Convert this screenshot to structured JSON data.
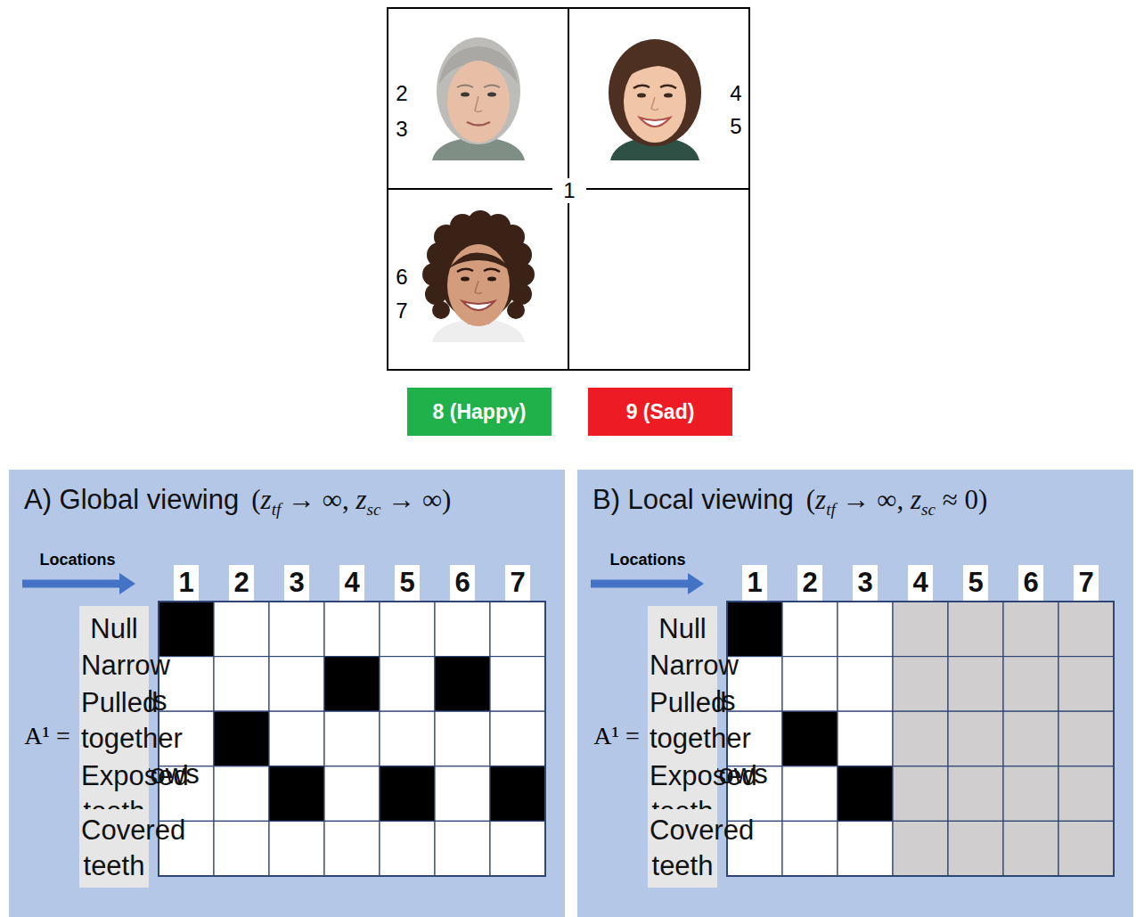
{
  "diagram": {
    "nodes": [
      {
        "text": [
          "8 (Happy)"
        ]
      },
      {
        "text": [
          "9 (Sad)"
        ]
      },
      {
        "text": [
          "A) Global viewing",
          "(ztf → ∞, zsc → ∞)"
        ]
      },
      {
        "text": [
          "1"
        ],
        "in": 2
      },
      {
        "text": [
          "2"
        ],
        "in": 2
      },
      {
        "text": [
          "3"
        ],
        "in": 2
      },
      {
        "text": [
          "4"
        ],
        "in": 2
      },
      {
        "text": [
          "5"
        ],
        "in": 2
      },
      {
        "text": [
          "6"
        ],
        "in": 2
      },
      {
        "text": [
          "7"
        ],
        "in": 2
      },
      {
        "text": [
          "Null"
        ],
        "in": 2
      },
      {
        "text": [
          "Narrow eyelids"
        ],
        "in": 2
      },
      {
        "text": [
          "Pulled together eyebrows"
        ],
        "in": 2
      },
      {
        "text": [
          "Exposed teeth"
        ],
        "in": 2
      },
      {
        "text": [
          "Covered teeth"
        ],
        "in": 2
      },
      {
        "text": [
          "B) Local viewing",
          "(ztf → ∞, zsc ≈ 0)"
        ]
      },
      {
        "text": [
          "1"
        ],
        "in": 15
      },
      {
        "text": [
          "2"
        ],
        "in": 15
      },
      {
        "text": [
          "3"
        ],
        "in": 15
      },
      {
        "text": [
          "4"
        ],
        "in": 15
      },
      {
        "text": [
          "5"
        ],
        "in": 15
      },
      {
        "text": [
          "6"
        ],
        "in": 15
      },
      {
        "text": [
          "7"
        ],
        "in": 15
      },
      {
        "text": [
          "Null"
        ],
        "in": 15
      },
      {
        "text": [
          "Narrow eyelids"
        ],
        "in": 15
      },
      {
        "text": [
          "Pulled together eyebrows"
        ],
        "in": 15
      },
      {
        "text": [
          "Exposed teeth"
        ],
        "in": 15
      },
      {
        "text": [
          "Covered teeth"
        ],
        "in": 15
      }
    ],
    "labels": [
      "2",
      "3",
      "4",
      "5",
      "1",
      "6",
      "7",
      "Locations",
      "A¹ =",
      "Locations",
      "A¹ ="
    ]
  }
}
